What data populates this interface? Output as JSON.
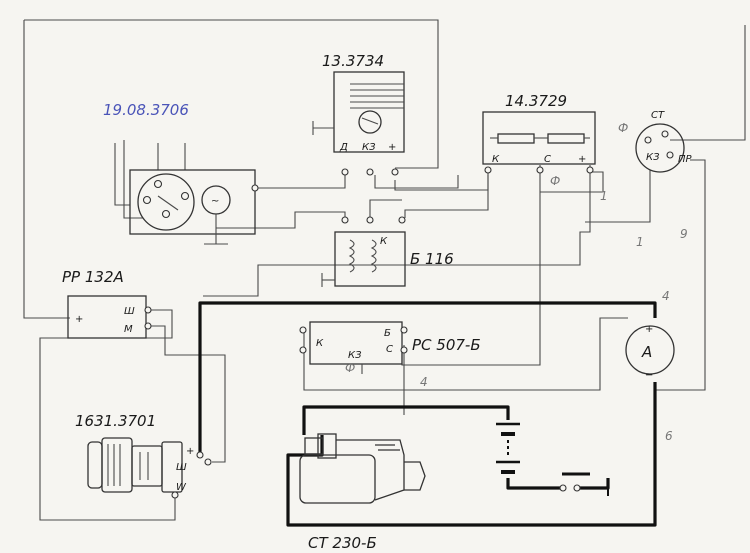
{
  "components": {
    "ignition_distributor": {
      "code": "19.08.3706"
    },
    "transistor_switch": {
      "code": "13.3734",
      "terminals": [
        "Д",
        "КЗ",
        "+"
      ]
    },
    "resistor_block": {
      "code": "14.3729",
      "terminals": [
        "К",
        "С",
        "+"
      ]
    },
    "ignition_switch": {
      "code": "СТ",
      "terminals": [
        "ПР",
        "КЗ",
        "СТ"
      ]
    },
    "ignition_coil": {
      "code": "Б 116",
      "terminals": [
        "К"
      ]
    },
    "voltage_regulator": {
      "code": "РР 132А",
      "terminals": [
        "+",
        "Ш",
        "М"
      ]
    },
    "starter_relay": {
      "code": "РС 507-Б",
      "terminals": [
        "К",
        "КЗ",
        "Б",
        "С"
      ]
    },
    "alternator": {
      "code": "1631.3701",
      "terminals": [
        "+",
        "Ш",
        "W"
      ]
    },
    "ammeter": {
      "symbol": "A",
      "plus": "+",
      "minus": "−"
    },
    "starter_motor": {
      "code": "СТ 230-Б"
    }
  },
  "handwritten_marks": [
    "Ф",
    "Ф",
    "Ф",
    "4",
    "1",
    "1",
    "9",
    "4",
    "6"
  ]
}
